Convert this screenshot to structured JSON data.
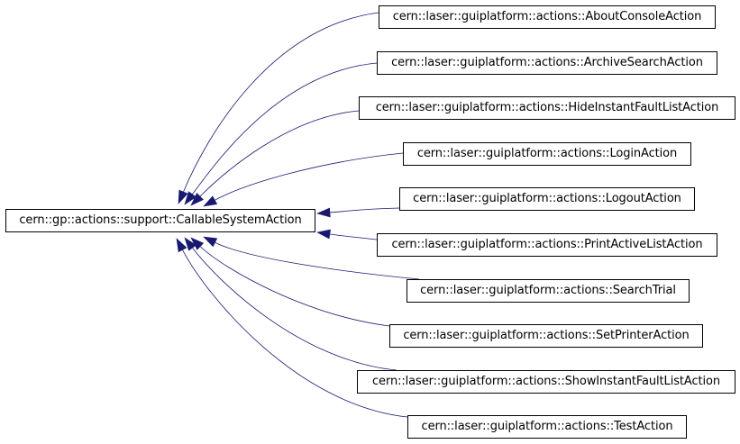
{
  "base_class": "cern::gp::actions::support::CallableSystemAction",
  "derived_classes": [
    "cern::laser::guiplatform::actions::AboutConsoleAction",
    "cern::laser::guiplatform::actions::ArchiveSearchAction",
    "cern::laser::guiplatform::actions::HideInstantFaultListAction",
    "cern::laser::guiplatform::actions::LoginAction",
    "cern::laser::guiplatform::actions::LogoutAction",
    "cern::laser::guiplatform::actions::PrintActiveListAction",
    "cern::laser::guiplatform::actions::SearchTrial",
    "cern::laser::guiplatform::actions::SetPrinterAction",
    "cern::laser::guiplatform::actions::ShowInstantFaultListAction",
    "cern::laser::guiplatform::actions::TestAction"
  ],
  "colors": {
    "edge": "#191970",
    "box_border": "#000000",
    "text": "#000000"
  }
}
